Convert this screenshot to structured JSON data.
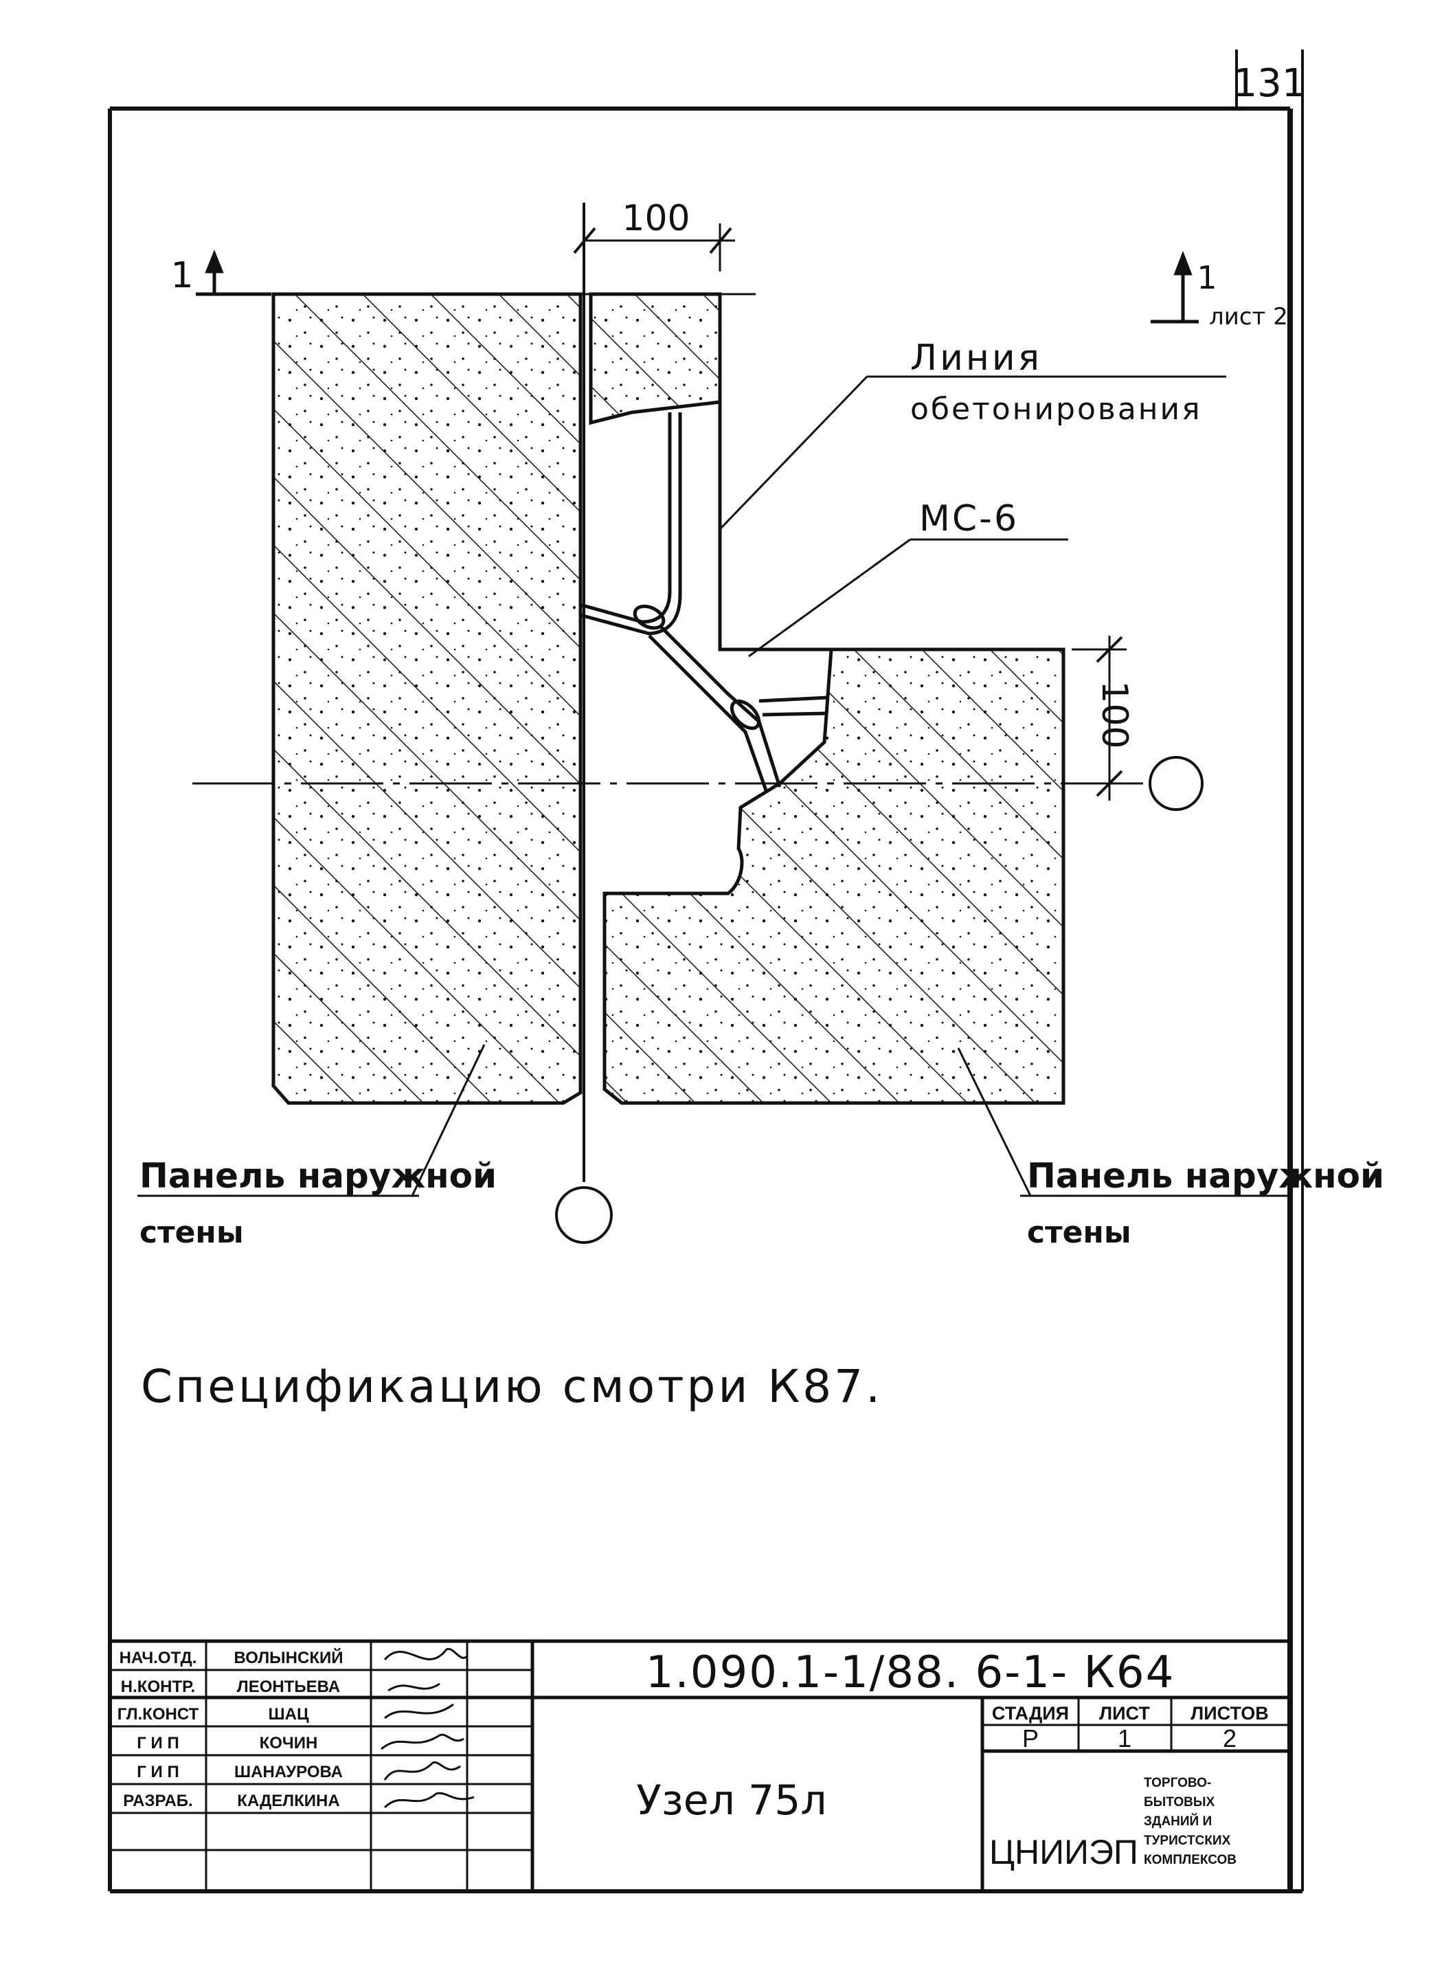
{
  "sheet_number": "131",
  "dimensions": {
    "top": "100",
    "right": "100"
  },
  "section_marks": {
    "left": "1",
    "right": "1",
    "right_note": "лист 2"
  },
  "labels": {
    "concreting_line_1": "Линия",
    "concreting_line_2": "обетонирования",
    "ms6": "МС-6",
    "panel_left_1": "Панель наружной",
    "panel_left_2": "стены",
    "panel_right_1": "Панель наружной",
    "panel_right_2": "стены"
  },
  "spec_note": "Спецификацию смотри К87.",
  "title_block": {
    "code": "1.090.1-1/88. 6-1- К64",
    "drawing_name": "Узел 75л",
    "stage_header": "СТАДИЯ",
    "sheet_header": "ЛИСТ",
    "sheets_header": "ЛИСТОВ",
    "stage": "Р",
    "sheet": "1",
    "sheets": "2",
    "org": "ЦНИИЭП",
    "org_desc": [
      "ТОРГОВО-",
      "БЫТОВЫХ",
      "ЗДАНИЙ И",
      "ТУРИСТСКИХ",
      "КОМПЛЕКСОВ"
    ],
    "staff": [
      {
        "role": "НАЧ.ОТД.",
        "name": "ВОЛЫНСКИЙ"
      },
      {
        "role": "Н.КОНТР.",
        "name": "ЛЕОНТЬЕВА"
      },
      {
        "role": "ГЛ.КОНСТ",
        "name": "ШАЦ"
      },
      {
        "role": "Г И П",
        "name": "КОЧИН"
      },
      {
        "role": "Г И П",
        "name": "ШАНАУРОВА"
      },
      {
        "role": "РАЗРАБ.",
        "name": "КАДЕЛКИНА"
      }
    ]
  }
}
